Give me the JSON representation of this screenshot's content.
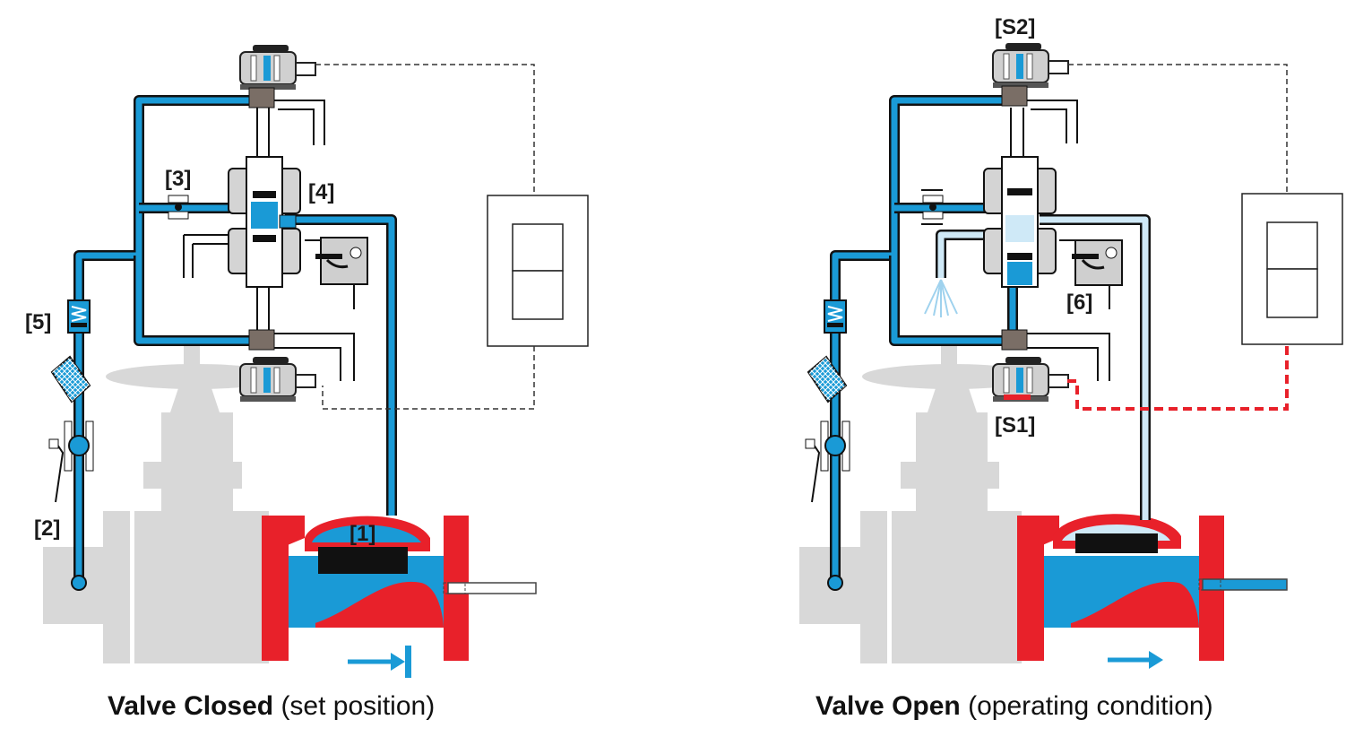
{
  "colors": {
    "water": "#1a9ad6",
    "water_light": "#cfe9f7",
    "valve_body": "#e8212a",
    "ghost_gray": "#d8d8d8",
    "signal_red": "#e8212a"
  },
  "left_panel": {
    "caption_bold": "Valve Closed",
    "caption_rest": " (set position)",
    "labels": {
      "main_valve": "[1]",
      "ball_valve": "[2]",
      "needle_valve": "[3]",
      "pilot_block": "[4]",
      "check_valve": "[5]"
    }
  },
  "right_panel": {
    "caption_bold": "Valve Open",
    "caption_rest": " (operating condition)",
    "labels": {
      "solenoid_top": "[S2]",
      "solenoid_bottom": "[S1]",
      "manual_override": "[6]"
    }
  },
  "icons": {
    "flow_stop": "arrow-right-stop-icon",
    "flow": "arrow-right-icon",
    "solenoid": "solenoid-icon",
    "controller": "controller-icon",
    "spray": "spray-icon"
  }
}
